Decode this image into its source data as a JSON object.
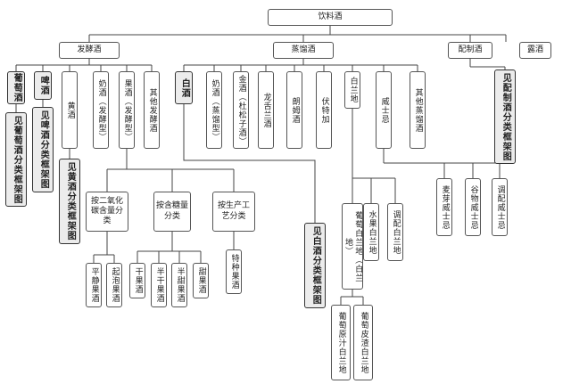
{
  "root": "饮料酒",
  "level1": {
    "fermented": "发酵酒",
    "distilled": "蒸馏酒",
    "blended": "配制酒",
    "dew": "露酒"
  },
  "fermented": {
    "grape_wine": "葡萄酒",
    "beer": "啤酒",
    "yellow_wine": "黄酒",
    "milk_wine": "奶酒（发酵型）",
    "fruit_wine": "果酒（发酵型）",
    "other": "其他发酵酒"
  },
  "refs": {
    "grape": "见葡萄酒分类框架图",
    "beer": "见啤酒分类框架图",
    "yellow": "见黄酒分类框架图",
    "baijiu": "见白酒分类框架图",
    "blended": "见配制酒分类框架图"
  },
  "distilled": {
    "baijiu": "白酒",
    "milk_wine": "奶酒（蒸馏型）",
    "gin": "金酒（杜松子酒）",
    "tequila": "龙舌兰酒",
    "rum": "朗姆酒",
    "vodka": "伏特加",
    "brandy": "白兰地",
    "whisky": "威士忌",
    "other": "其他蒸馏酒"
  },
  "fruit_wine_groups": {
    "co2": "按二氧化碳含量分类",
    "sugar": "按含糖量分类",
    "process": "按生产工艺分类"
  },
  "co2_types": {
    "still": "平静果酒",
    "sparkling": "起泡果酒"
  },
  "sugar_types": {
    "dry": "干果酒",
    "semi_dry": "半干果酒",
    "semi_sweet": "半甜果酒",
    "sweet": "甜果酒"
  },
  "process_types": {
    "special": "特种果酒"
  },
  "brandy_types": {
    "grape": "葡萄白兰地（白兰地）",
    "fruit": "水果白兰地",
    "blended": "调配白兰地"
  },
  "grape_brandy_types": {
    "juice": "葡萄原汁白兰地",
    "pomace": "葡萄皮渣白兰地"
  },
  "whisky_types": {
    "malt": "麦芽威士忌",
    "grain": "谷物威士忌",
    "blended": "调配威士忌"
  }
}
